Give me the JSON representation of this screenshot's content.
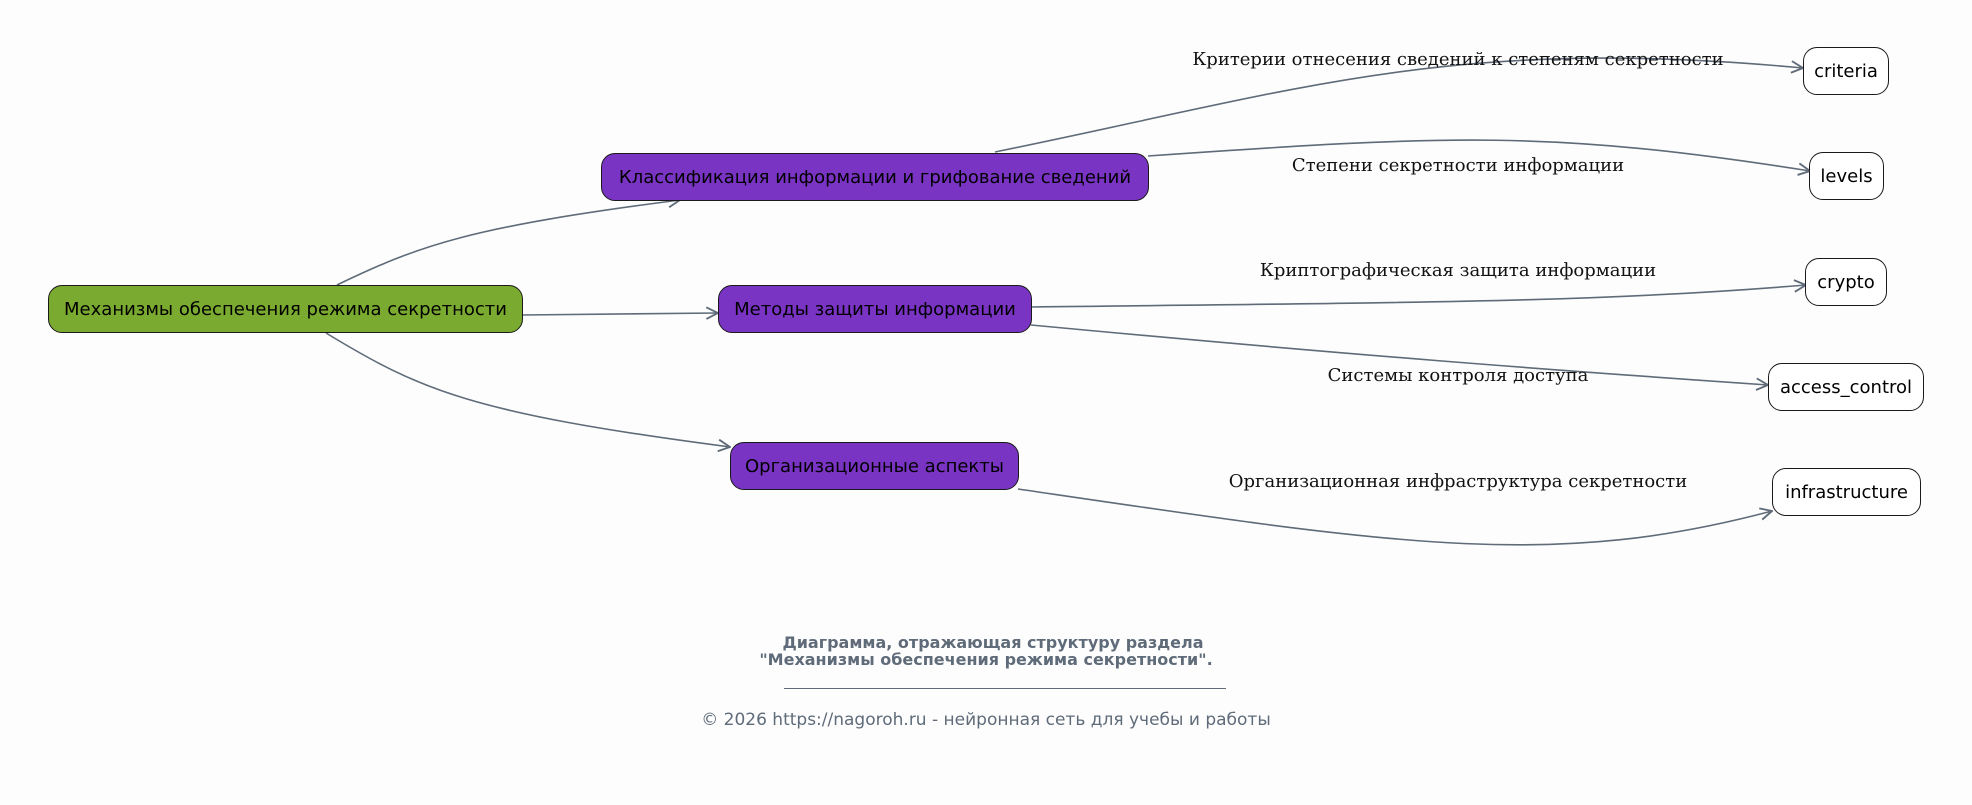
{
  "diagram": {
    "root": {
      "id": "root",
      "label": "Механизмы обеспечения режима секретности"
    },
    "sections": [
      {
        "id": "classification",
        "label": "Классификация информации и грифование сведений"
      },
      {
        "id": "methods",
        "label": "Методы защиты информации"
      },
      {
        "id": "organization",
        "label": "Организационные аспекты"
      }
    ],
    "leaves": [
      {
        "id": "criteria",
        "label": "criteria"
      },
      {
        "id": "levels",
        "label": "levels"
      },
      {
        "id": "crypto",
        "label": "crypto"
      },
      {
        "id": "access_control",
        "label": "access_control"
      },
      {
        "id": "infrastructure",
        "label": "infrastructure"
      }
    ],
    "edges": [
      {
        "from": "root",
        "to": "classification",
        "label": ""
      },
      {
        "from": "root",
        "to": "methods",
        "label": ""
      },
      {
        "from": "root",
        "to": "organization",
        "label": ""
      },
      {
        "from": "classification",
        "to": "criteria",
        "label": "Критерии отнесения сведений к степеням секретности"
      },
      {
        "from": "classification",
        "to": "levels",
        "label": "Степени секретности информации"
      },
      {
        "from": "methods",
        "to": "crypto",
        "label": "Криптографическая защита информации"
      },
      {
        "from": "methods",
        "to": "access_control",
        "label": "Системы контроля доступа"
      },
      {
        "from": "organization",
        "to": "infrastructure",
        "label": "Организационная инфраструктура секретности"
      }
    ],
    "colors": {
      "root": "#7aaa2f",
      "section": "#7a34c4",
      "leaf": "#ffffff",
      "edge": "#5f6b79"
    }
  },
  "caption": {
    "line1": "Диаграмма, отражающая структуру раздела",
    "line2": "\"Механизмы обеспечения режима секретности\".",
    "footer": "© 2026 https://nagoroh.ru - нейронная сеть для учебы и работы"
  }
}
